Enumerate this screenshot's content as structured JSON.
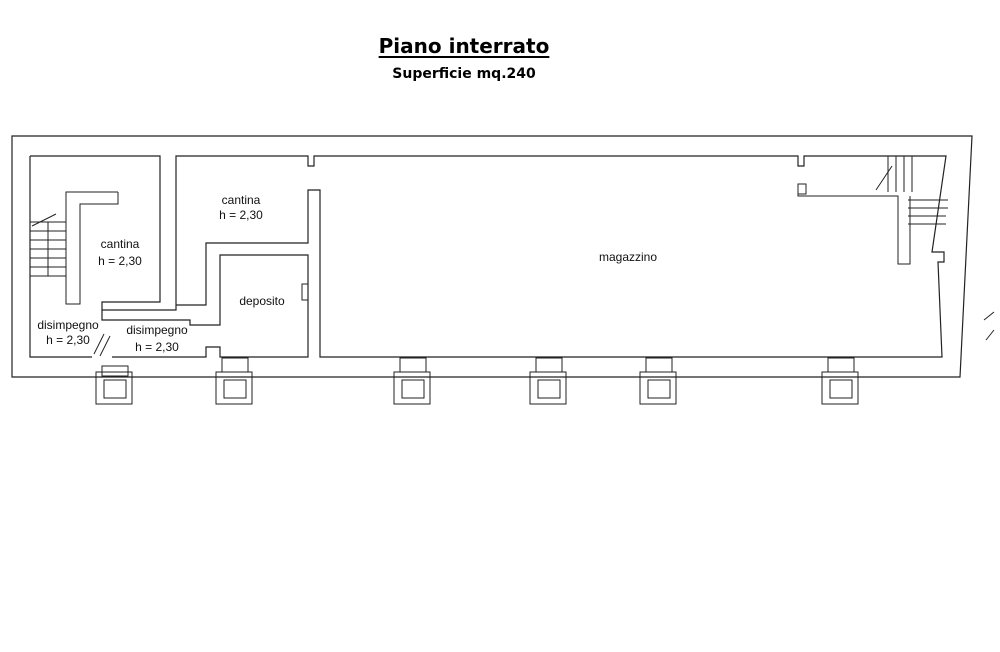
{
  "header": {
    "title": "Piano interrato",
    "subtitle": "Superficie mq.240"
  },
  "rooms": {
    "cantina_left": {
      "name": "cantina",
      "height": "h = 2,30"
    },
    "cantina_mid": {
      "name": "cantina",
      "height": "h = 2,30"
    },
    "deposito": {
      "name": "deposito"
    },
    "disimpegno_left": {
      "name": "disimpegno",
      "height": "h = 2,30"
    },
    "disimpegno_mid": {
      "name": "disimpegno",
      "height": "h = 2,30"
    },
    "magazzino": {
      "name": "magazzino"
    }
  }
}
